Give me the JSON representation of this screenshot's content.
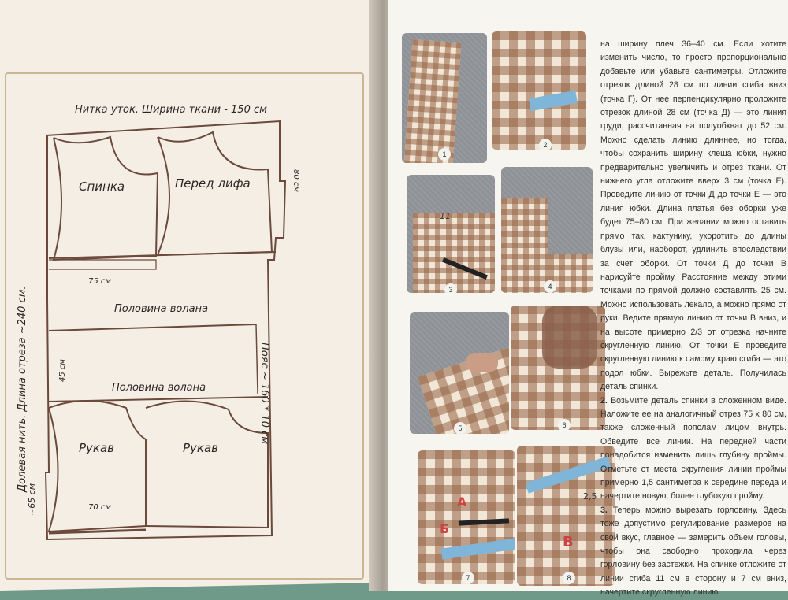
{
  "pattern": {
    "title": "Нитка уток. Ширина ткани - 150 см",
    "label_back": "Спинка",
    "label_front": "Перед лифа",
    "label_half_flounce_1": "Половина волана",
    "label_half_flounce_2": "Половина волана",
    "label_sleeve_1": "Рукав",
    "label_sleeve_2": "Рукав",
    "dim_80": "80 см",
    "dim_75": "75 см",
    "dim_45": "45 см",
    "dim_70": "70 см",
    "dim_65": "~65 см",
    "side_label_left": "Долевая нить. Длина отреза ~240 см.",
    "side_label_right": "Пояс ~ 160 * 10 см"
  },
  "photos": [
    "1",
    "2",
    "3",
    "4",
    "5",
    "6",
    "7",
    "8"
  ],
  "photo_marks": {
    "p3": "11",
    "p7_a": "А",
    "p7_b": "Б",
    "p8_v": "В",
    "p8_n": "2,5"
  },
  "instructions": {
    "p1": "на ширину плеч 36–40 см. Если хотите изменить число, то просто пропорционально добавьте или убавьте сантиметры. Отложите отрезок длиной 28 см по линии сгиба вниз (точка Г). От нее перпендикулярно проложите отрезок длиной 28 см (точка Д) — это линия груди, рассчитанная на полуобхват до 52 см. Можно сделать линию длиннее, но тогда, чтобы сохранить ширину клеша юбки, нужно предварительно увеличить и отрез ткани. От нижнего угла отложите вверх 3 см (точка Е). Проведите линию от точки Д до точки Е — это линия юбки. Длина платья без оборки уже будет 75–80 см. При желании можно оставить прямо так, кактунику, укоротить до длины блузы или, наоборот, удлинить впоследствии за счет оборки. От точки Д до точки В нарисуйте пройму. Расстояние между этими точками по прямой должно составлять 25 см. Можно использовать лекало, а можно прямо от руки. Ведите прямую линию от точки В вниз, и на высоте примерно 2/3 от отрезка начните скругленную линию. От точки Е проведите скругленную линию к самому краю сгиба — это подол юбки. Вырежьте деталь. Получилась деталь спинки.",
    "step2_num": "2.",
    "step2": "Возьмите деталь спинки в сложенном виде. Наложите ее на аналогичный отрез 75 х 80 см, также сложенный пополам лицом внутрь. Обведите все линии. На передней части понадобится изменить лишь глубину проймы. Отметьте от места скругления линии проймы примерно 1,5 сантиметра к середине переда и начертите новую, более глубокую пройму.",
    "step3_num": "3.",
    "step3": "Теперь можно вырезать горловину. Здесь тоже допустимо регулирование размеров на свой вкус, главное — замерить объем головы, чтобы она свободно проходила через горловину без застежки. На спинке отложите от линии сгиба 11 см в сторону и 7 см вниз, начертите скругленную линию."
  },
  "colors": {
    "pattern_line": "#6b4a3c",
    "frame": "#c9b591",
    "check": "#a46a45"
  }
}
